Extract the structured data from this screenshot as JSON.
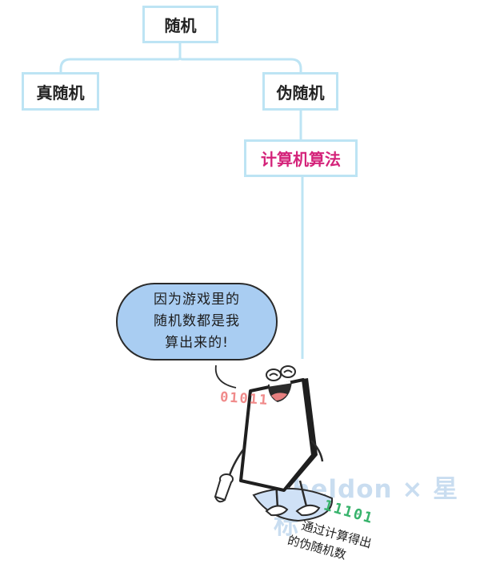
{
  "tree": {
    "root": "随机",
    "true_random": "真随机",
    "pseudo_random": "伪随机",
    "algorithm": "计算机算法"
  },
  "colors": {
    "node_border": "#bde4f4",
    "connector": "#bde4f4",
    "node_text": "#222222",
    "algorithm_text": "#d4237a",
    "bubble_fill": "#a9cdf2",
    "binary_red": "#f08a8a",
    "binary_green": "#38b36c",
    "watermark": "#b7d2ec"
  },
  "speech_bubble": {
    "lines": [
      "因为游戏里的",
      "随机数都是我",
      "算出来的!"
    ]
  },
  "character": {
    "icon": "laughing-computer-monitor-icon",
    "binary_left": "01011",
    "binary_right": "11101"
  },
  "caption": {
    "lines": [
      "通过计算得出",
      "的伪随机数"
    ]
  },
  "watermark": {
    "text": "Sheldon × 星标"
  }
}
